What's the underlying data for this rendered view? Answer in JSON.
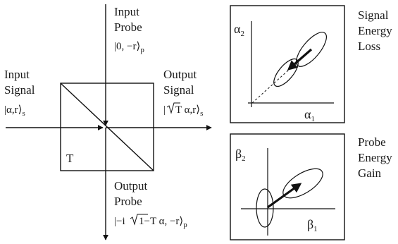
{
  "labels": {
    "input_probe": [
      "Input",
      "Probe"
    ],
    "input_probe_state": "|0, −r⟩",
    "input_probe_sub": "p",
    "input_signal": [
      "Input",
      "Signal"
    ],
    "input_signal_state": "|α,r⟩",
    "input_signal_sub": "s",
    "output_signal": [
      "Output",
      "Signal"
    ],
    "output_signal_state_a": "|",
    "output_signal_state_b": "T α,r⟩",
    "output_signal_sub": "s",
    "output_probe": [
      "Output",
      "Probe"
    ],
    "output_probe_state_a": "|−i",
    "output_probe_state_b": "1−T α, −r⟩",
    "output_probe_sub": "p",
    "transmission": "T",
    "signal_panel_title": [
      "Signal",
      "Energy",
      "Loss"
    ],
    "probe_panel_title": [
      "Probe",
      "Energy",
      "Gain"
    ],
    "alpha_y": "α",
    "alpha_y_sub": "2",
    "alpha_x": "α",
    "alpha_x_sub": "1",
    "beta_y": "β",
    "beta_y_sub": "2",
    "beta_x": "β",
    "beta_x_sub": "1"
  }
}
